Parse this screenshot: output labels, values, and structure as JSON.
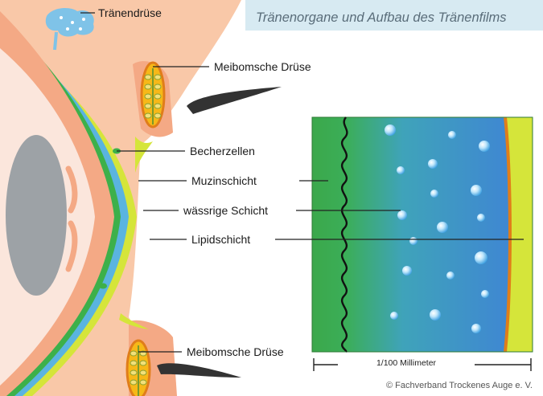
{
  "title": "Tränenorgane und Aufbau des Tränenfilms",
  "labels": {
    "traenendruese": "Tränendrüse",
    "meibom_top": "Meibomsche Drüse",
    "becherzellen": "Becherzellen",
    "muzinschicht": "Muzinschicht",
    "waessrige": "wässrige Schicht",
    "lipidschicht": "Lipidschicht",
    "meibom_bottom": "Meibomsche Drüse"
  },
  "scale_label": "1/100 Millimeter",
  "copyright": "© Fachverband Trockenes Auge e. V.",
  "colors": {
    "skin": "#f9c8a8",
    "lid": "#f4a985",
    "tear_blue": "#5ab4e0",
    "mucin_green": "#3db04a",
    "lipid_yellow": "#dde43a",
    "lens_grey": "#9da2a6"
  }
}
